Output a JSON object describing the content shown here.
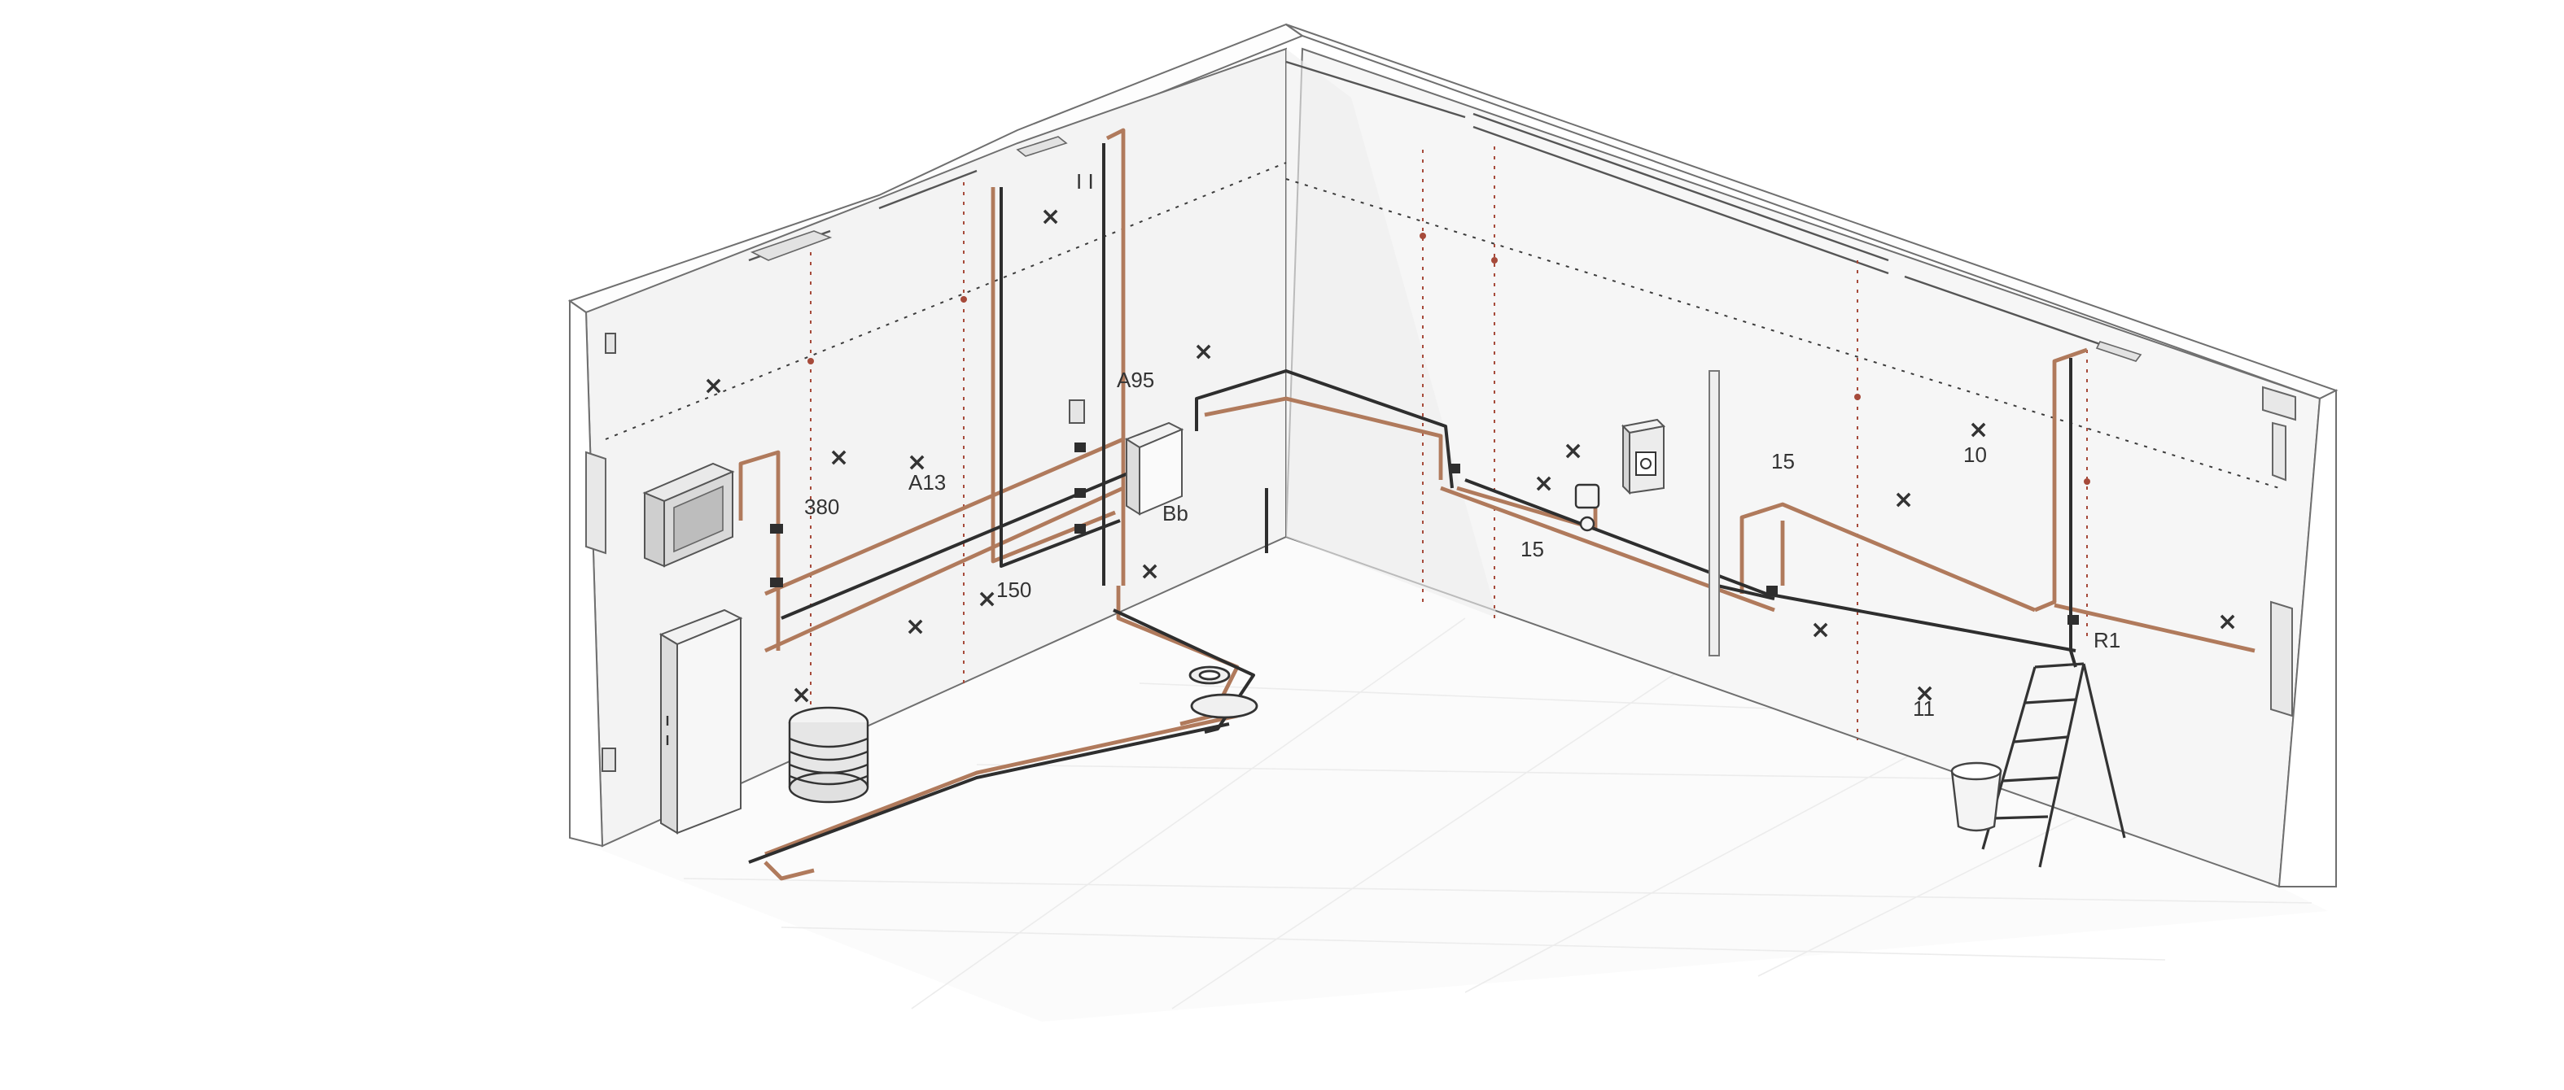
{
  "colors": {
    "background": "#ffffff",
    "floor": "#fbfbfb",
    "wall_face": "#f3f3f3",
    "wall_face_right": "#f6f6f6",
    "wall_top": "#fdfdfd",
    "wall_edge": "#6f6f6f",
    "copper_pipe": "#b07a5c",
    "black_pipe": "#2e2e2e",
    "dotted_level_line": "#3c3c3c",
    "dotted_plumb_line": "#a64a3a"
  },
  "annotations": [
    {
      "id": "a-380",
      "text": "380"
    },
    {
      "id": "a-a13",
      "text": "A13"
    },
    {
      "id": "a-a95",
      "text": "A95"
    },
    {
      "id": "a-150",
      "text": "150"
    },
    {
      "id": "a-15a",
      "text": "15"
    },
    {
      "id": "a-15b",
      "text": "15"
    },
    {
      "id": "a-10",
      "text": "10"
    },
    {
      "id": "a-11",
      "text": "11"
    },
    {
      "id": "a-bb",
      "text": "Bb"
    },
    {
      "id": "a-r1",
      "text": "R1"
    },
    {
      "id": "a-ii",
      "text": "I I"
    }
  ],
  "equipment_icons": [
    "boiler-cabinet-icon",
    "water-heater-tank-icon",
    "junction-box-icon",
    "floor-drain-icon",
    "thermostat-control-panel-icon",
    "step-ladder-icon",
    "bucket-icon",
    "wall-radiator-icon"
  ]
}
